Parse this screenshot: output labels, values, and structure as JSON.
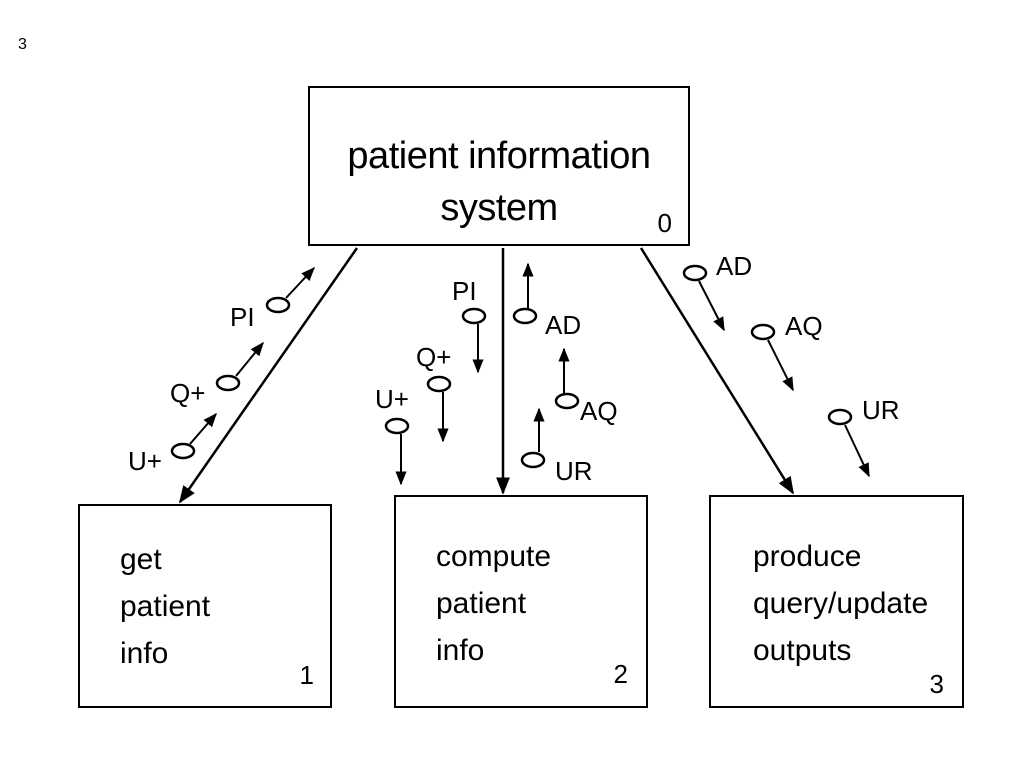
{
  "page_number": "3",
  "processes": [
    {
      "label": "patient information\nsystem",
      "number": "0"
    },
    {
      "label": "get\npatient\ninfo",
      "number": "1"
    },
    {
      "label": "compute\npatient\ninfo",
      "number": "2"
    },
    {
      "label": "produce\nquery/update\noutputs",
      "number": "3"
    }
  ],
  "flows": {
    "to_get": [
      "PI",
      "Q+",
      "U+"
    ],
    "to_compute_down": [
      "PI",
      "Q+",
      "U+"
    ],
    "from_compute_up": [
      "AD",
      "AQ",
      "UR"
    ],
    "to_produce": [
      "AD",
      "AQ",
      "UR"
    ]
  }
}
